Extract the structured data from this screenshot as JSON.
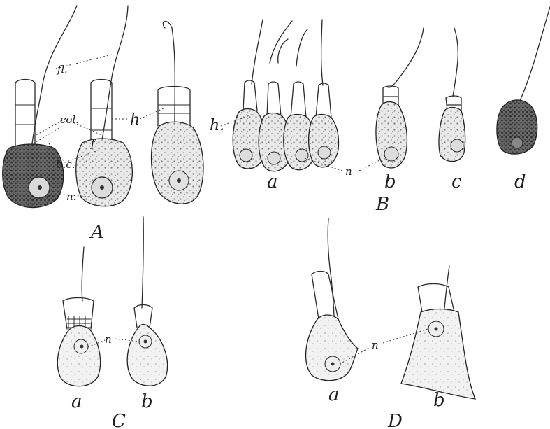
{
  "labels": {
    "fl": "fl.",
    "col": "col.",
    "h_a": "h",
    "h_b": "h.",
    "f": "f",
    "bc": "b.c.",
    "n_a": "n.",
    "n_b": "n",
    "n_c": "n",
    "n_d": "n"
  },
  "panels": {
    "A": "A",
    "B": "B",
    "C": "C",
    "D": "D"
  },
  "sub": {
    "Ba": "a",
    "Bb": "b",
    "Bc": "c",
    "Bd": "d",
    "Ca": "a",
    "Cb": "b",
    "Da": "a",
    "Db": "b"
  }
}
